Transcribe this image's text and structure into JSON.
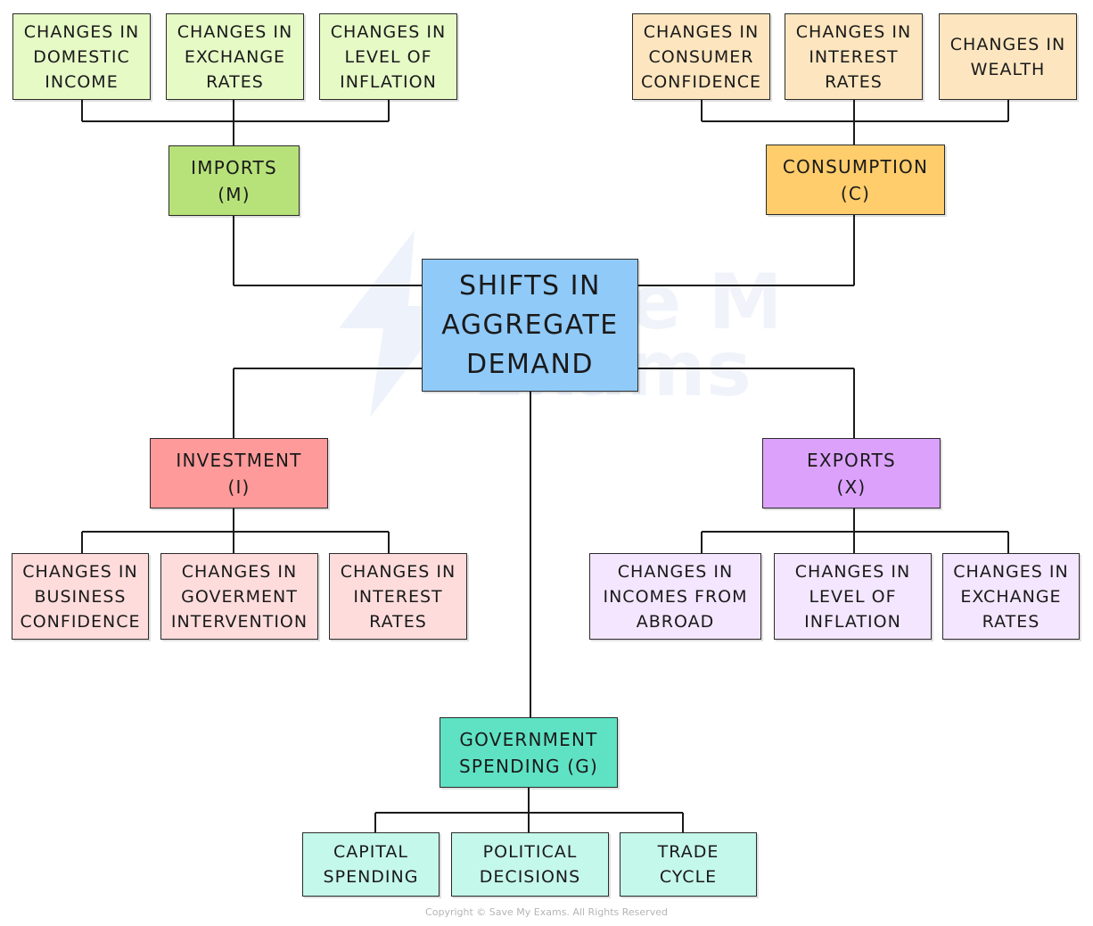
{
  "center": {
    "label": "SHIFTS IN\nAGGREGATE\nDEMAND",
    "color": "#90caf9"
  },
  "components": {
    "imports": {
      "label": "IMPORTS\n(M)",
      "color": "#b7e27a",
      "factors": [
        "CHANGES IN\nDOMESTIC\nINCOME",
        "CHANGES IN\nEXCHANGE\nRATES",
        "CHANGES IN\nLEVEL OF\nINFLATION"
      ],
      "factor_color": "#e6fac6"
    },
    "consumption": {
      "label": "CONSUMPTION\n(C)",
      "color": "#ffcd6b",
      "factors": [
        "CHANGES IN\nCONSUMER\nCONFIDENCE",
        "CHANGES IN\nINTEREST\nRATES",
        "CHANGES IN\nWEALTH"
      ],
      "factor_color": "#fde6bf"
    },
    "investment": {
      "label": "INVESTMENT\n(I)",
      "color": "#ff9a9a",
      "factors": [
        "CHANGES IN\nBUSINESS\nCONFIDENCE",
        "CHANGES IN\nGOVERMENT\nINTERVENTION",
        "CHANGES IN\nINTEREST\nRATES"
      ],
      "factor_color": "#ffdcdc"
    },
    "exports": {
      "label": "EXPORTS\n(X)",
      "color": "#dca2fb",
      "factors": [
        "CHANGES IN\nINCOMES FROM\nABROAD",
        "CHANGES IN\nLEVEL OF\nINFLATION",
        "CHANGES IN\nEXCHANGE\nRATES"
      ],
      "factor_color": "#f3e6fe"
    },
    "government": {
      "label": "GOVERNMENT\nSPENDING (G)",
      "color": "#5fe2c4",
      "factors": [
        "CAPITAL\nSPENDING",
        "POLITICAL\nDECISIONS",
        "TRADE\nCYCLE"
      ],
      "factor_color": "#c4f8ea"
    }
  },
  "copyright": "Copyright © Save My Exams. All Rights Reserved"
}
